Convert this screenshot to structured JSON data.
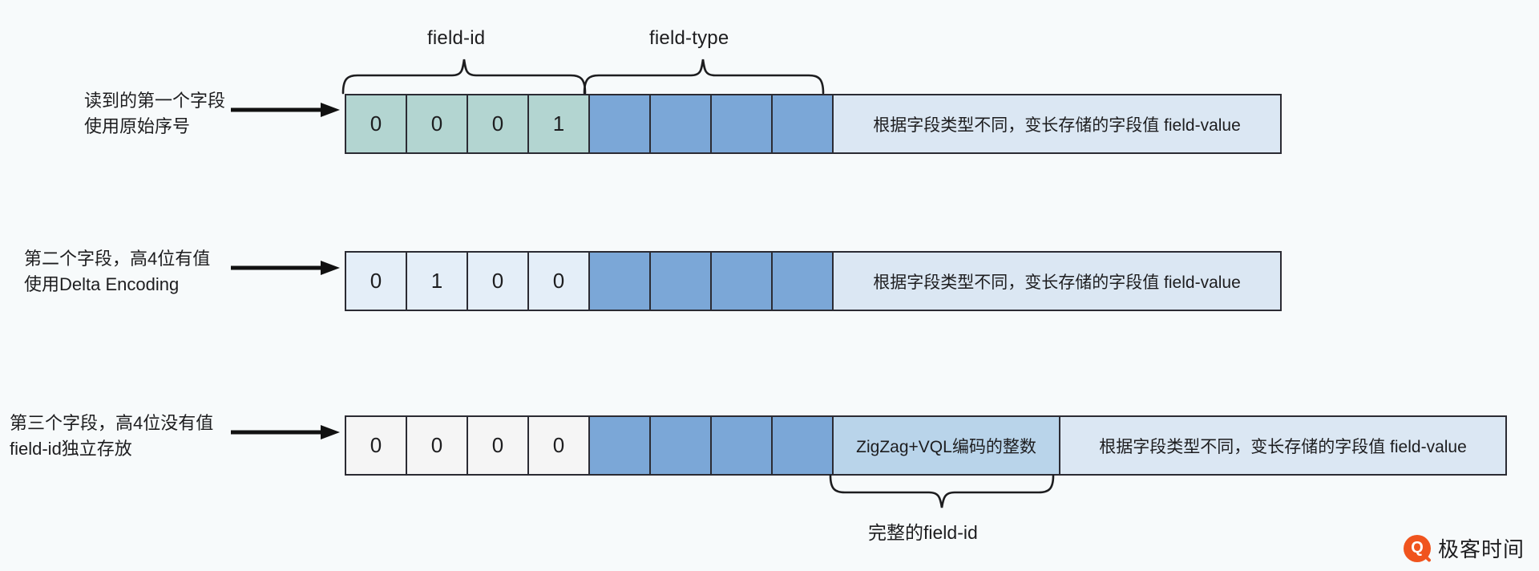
{
  "diagram": {
    "title": "Thrift Compact Protocol field header layout",
    "braces": [
      {
        "label": "field-id"
      },
      {
        "label": "field-type"
      }
    ],
    "rows": [
      {
        "name": "row-1",
        "label_lines": [
          "读到的第一个字段",
          "使用原始序号"
        ],
        "nibble_color": "#b3d5d1",
        "nibbles": [
          "0",
          "0",
          "0",
          "1"
        ],
        "type_cells": [
          "",
          "",
          "",
          ""
        ],
        "type_color": "#7ba7d7",
        "payload_cells": [
          {
            "text": "根据字段类型不同，变长存储的字段值 field-value",
            "color": "#dbe7f3"
          }
        ]
      },
      {
        "name": "row-2",
        "label_lines": [
          "第二个字段，高4位有值",
          "使用Delta Encoding"
        ],
        "nibble_color": "#e4eef8",
        "nibbles": [
          "0",
          "1",
          "0",
          "0"
        ],
        "type_cells": [
          "",
          "",
          "",
          ""
        ],
        "type_color": "#7ba7d7",
        "payload_cells": [
          {
            "text": "根据字段类型不同，变长存储的字段值 field-value",
            "color": "#dbe7f3"
          }
        ]
      },
      {
        "name": "row-3",
        "label_lines": [
          "第三个字段，高4位没有值",
          "field-id独立存放"
        ],
        "nibble_color": "#f5f5f5",
        "nibbles": [
          "0",
          "0",
          "0",
          "0"
        ],
        "type_cells": [
          "",
          "",
          "",
          ""
        ],
        "type_color": "#7ba7d7",
        "payload_cells": [
          {
            "text": "ZigZag+VQL编码的整数",
            "color": "#b9d4ea"
          },
          {
            "text": "根据字段类型不同，变长存储的字段值 field-value",
            "color": "#dbe7f3"
          }
        ]
      }
    ],
    "bottom_caption": "完整的field-id",
    "watermark": {
      "mark": "Q",
      "text": "极客时间"
    },
    "colors": {
      "stroke": "#2b2b33",
      "background": "#f7fafb",
      "field_id_row1": "#b3d5d1",
      "field_id_row2": "#e4eef8",
      "field_id_row3": "#f5f5f5",
      "field_type": "#7ba7d7",
      "field_value": "#dbe7f3",
      "zigzag": "#b9d4ea",
      "watermark_orange": "#f0541e"
    }
  }
}
